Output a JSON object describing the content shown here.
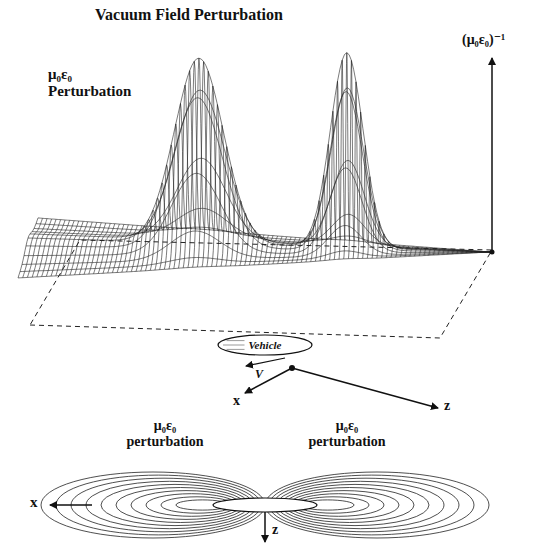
{
  "diagram": {
    "title": "Vacuum Field Perturbation",
    "nodes": [
      {
        "text": [
          "Vehicle"
        ]
      }
    ],
    "labels": [
      "μ₀ε₀ Perturbation",
      "(μ₀ε₀)⁻¹",
      "V",
      "x",
      "z",
      "μ₀ε₀ perturbation",
      "μ₀ε₀ perturbation",
      "x",
      "z"
    ]
  }
}
